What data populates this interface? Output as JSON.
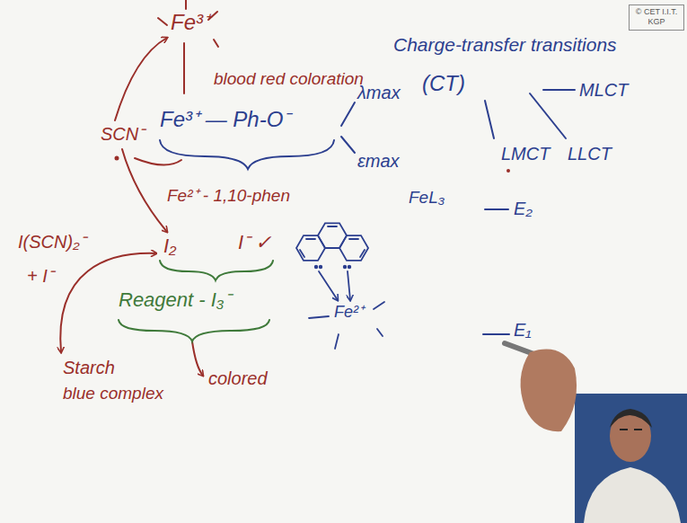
{
  "diagram": {
    "nodes": [
      {
        "text": [
          "© CET I.I.T. KGP"
        ]
      }
    ],
    "labels": [
      "Fe³⁺",
      "SCN⁻",
      "blood red coloration",
      "Fe³⁺ — Ph-O⁻",
      "λmax",
      "εmax",
      "Fe²⁺ - 1,10-phen",
      "I(SCN)₂⁻",
      "+ I⁻",
      "I₂",
      "I⁻ ✓",
      "Reagent - I₃⁻",
      "Starch",
      "blue complex",
      "colored",
      "FeL₃",
      "Fe²⁺",
      "Charge-transfer transitions",
      "(CT)",
      "MLCT",
      "LMCT",
      "LLCT",
      "E₂",
      "E₁"
    ]
  }
}
